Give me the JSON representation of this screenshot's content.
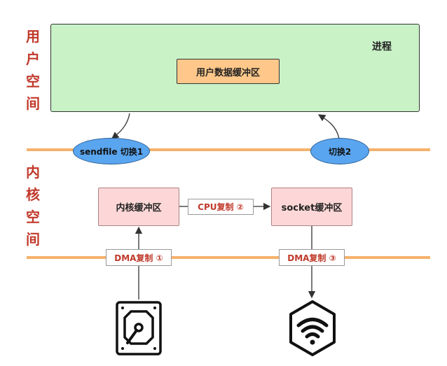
{
  "user_space_label": [
    "用",
    "户",
    "空",
    "间"
  ],
  "kernel_space_label": [
    "内",
    "核",
    "空",
    "间"
  ],
  "process": {
    "label": "进程",
    "buffer": "用户数据缓冲区"
  },
  "switches": {
    "first": "sendfile 切换1",
    "second": "切换2"
  },
  "kernel": {
    "kernel_buffer": "内核缓冲区",
    "socket_buffer": "socket缓冲区",
    "cpu_copy": "CPU复制 ②",
    "dma_copy_1": "DMA复制 ①",
    "dma_copy_3": "DMA复制 ③"
  },
  "icons": {
    "disk": "hard-disk-icon",
    "network": "wifi-icon"
  },
  "colors": {
    "band": "#f5b26b",
    "process_fill": "#c9f2c7",
    "user_buffer_fill": "#ffc88a",
    "kernel_buffer_fill": "#fdd7d7",
    "switch_fill": "#5aa5ef",
    "label_red": "#c0392b"
  }
}
